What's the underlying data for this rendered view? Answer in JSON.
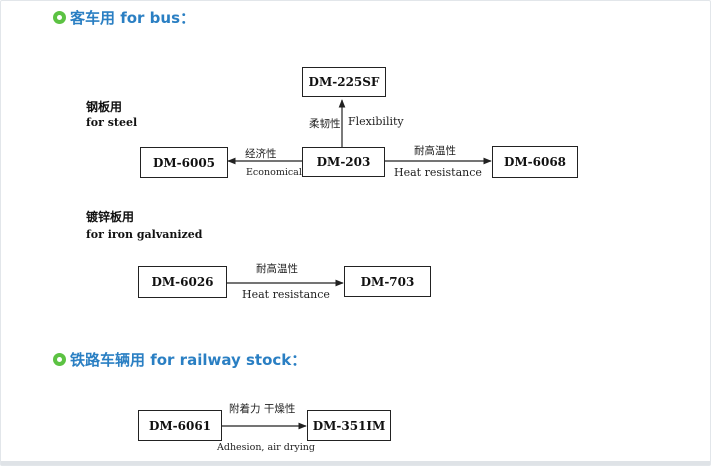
{
  "sections": {
    "bus": {
      "title": "客车用 for bus："
    },
    "railway": {
      "title": "铁路车辆用 for railway stock："
    }
  },
  "groups": {
    "steel": {
      "label_cn": "钢板用",
      "label_en": "for steel"
    },
    "galvanized": {
      "label_cn": "镀锌板用",
      "label_en": "for iron galvanized"
    }
  },
  "nodes": {
    "dm225sf": "DM-225SF",
    "dm6005": "DM-6005",
    "dm203": "DM-203",
    "dm6068": "DM-6068",
    "dm6026": "DM-6026",
    "dm703": "DM-703",
    "dm6061": "DM-6061",
    "dm351im": "DM-351IM"
  },
  "edges": {
    "flexibility_cn": "柔韧性",
    "flexibility_en": "Flexibility",
    "economical_cn": "经济性",
    "economical_en": "Economical",
    "heat1_cn": "耐高温性",
    "heat1_en": "Heat resistance",
    "heat2_cn": "耐高温性",
    "heat2_en": "Heat resistance",
    "adhesion_cn": "附着力 干燥性",
    "adhesion_en": "Adhesion, air drying"
  },
  "colors": {
    "heading_text": "#2a7fc3",
    "bullet": "#5cc243",
    "line": "#222222"
  },
  "icons": {
    "bullet": "green-circle-bullet-icon"
  }
}
